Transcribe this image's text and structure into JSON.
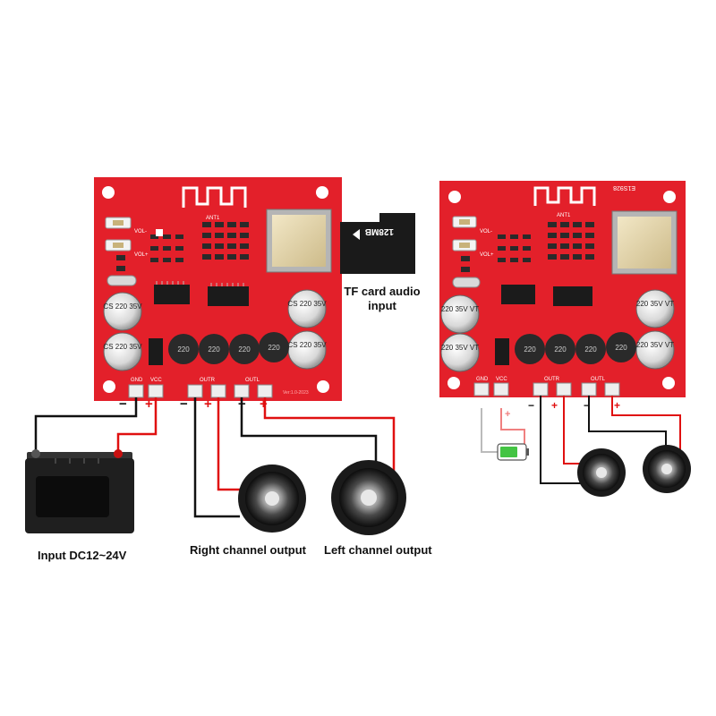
{
  "colors": {
    "pcb": "#e3202a",
    "pcb_dark": "#b3141c",
    "wire_black": "#111111",
    "wire_red": "#e01010",
    "battery": "#222222",
    "speaker": "#1a1a1a"
  },
  "left_board": {
    "version": "Ver:1.0-2023",
    "antenna": "ANT1",
    "button_labels": [
      "VOL-",
      "VOL+"
    ],
    "capacitor_labels": [
      "CS 220 35V",
      "CS 220 35V",
      "CS 220 35V",
      "CS 220 35V"
    ],
    "inductor_labels": [
      "220",
      "220",
      "220",
      "220"
    ],
    "terminal_labels": {
      "gnd": "GND",
      "vcc": "VCC",
      "outr": "OUTR",
      "outl": "OUTL"
    }
  },
  "right_board": {
    "silk_code": "E1S928",
    "antenna": "ANT1",
    "button_labels": [
      "VOL-",
      "VOL+"
    ],
    "capacitor_labels": [
      "220 35V VT",
      "220 35V VT",
      "220 35V VT",
      "220 35V VT"
    ],
    "inductor_labels": [
      "220",
      "220",
      "220",
      "220"
    ],
    "terminal_labels": {
      "gnd": "GND",
      "vcc": "VCC",
      "outr": "OUTR",
      "outl": "OUTL"
    }
  },
  "tf_card": {
    "capacity": "128MB"
  },
  "labels": {
    "tf_card": "TF card audio input",
    "input": "Input DC12~24V",
    "right_channel": "Right channel output",
    "left_channel": "Left channel output"
  },
  "polarity": {
    "neg": "−",
    "pos": "+"
  }
}
